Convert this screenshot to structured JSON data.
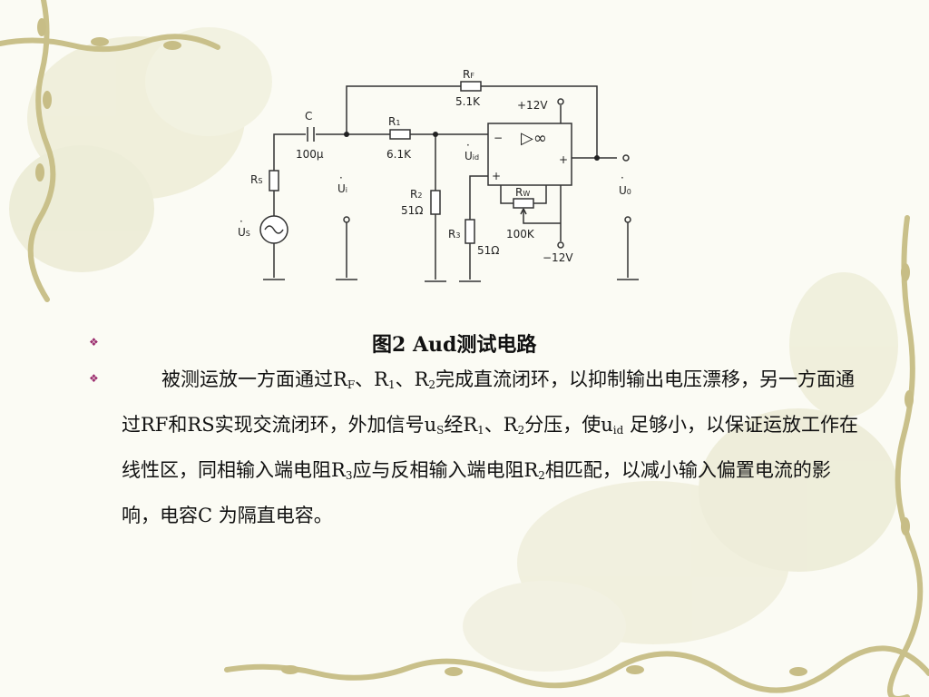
{
  "circuit": {
    "labels": {
      "rf": "R",
      "rf_sub": "F",
      "rf_value": "5.1K",
      "vcc": "+12V",
      "c": "C",
      "c_value": "100µ",
      "r1": "R",
      "r1_sub": "1",
      "r1_value": "6.1K",
      "minus": "−",
      "plus_in": "+",
      "plus_out": "+",
      "opamp": "▷∞",
      "uid": "U",
      "uid_sub": "id",
      "rs": "R",
      "rs_sub": "S",
      "ui": "U",
      "ui_sub": "i",
      "r2": "R",
      "r2_sub": "2",
      "r2_value": "51Ω",
      "rw": "R",
      "rw_sub": "W",
      "rw_value": "100K",
      "uo": "U",
      "uo_sub": "0",
      "us": "U",
      "us_sub": "S",
      "r3": "R",
      "r3_sub": "3",
      "r3_value": "51Ω",
      "vee": "−12V",
      "dot": "·"
    }
  },
  "content": {
    "bullet_symbol": "❖",
    "caption": "图2 Aud测试电路",
    "paragraph": {
      "t1": "被测运放一方面通过R",
      "s1": "F",
      "t2": "、R",
      "s2": "1",
      "t3": "、R",
      "s3": "2",
      "t4": "完成直流闭环，以抑制输出电压漂移，另一方面通过RF和RS实现交流闭环，外加信号u",
      "s4": "S",
      "t5": "经R",
      "s5": "1",
      "t6": "、R",
      "s6": "2",
      "t7": "分压，使u",
      "s7": "id",
      "t8": " 足够小，以保证运放工作在线性区，同相输入端电阻R",
      "s8": "3",
      "t9": "应与反相输入端电阻R",
      "s9": "2",
      "t10": "相匹配，以减小输入偏置电流的影响，电容C 为隔直电容。"
    }
  }
}
